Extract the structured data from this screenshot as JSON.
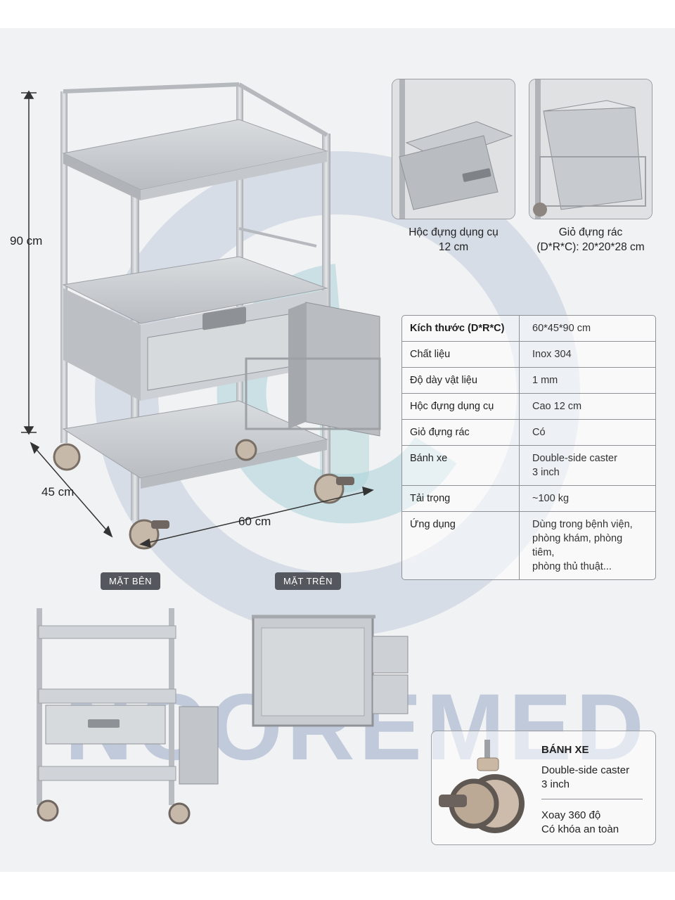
{
  "dimensions": {
    "height": "90 cm",
    "depth": "45 cm",
    "width": "60 cm"
  },
  "captions": {
    "drawer_title": "Hộc đựng dụng cụ",
    "drawer_size": "12 cm",
    "bin_title": "Giỏ đựng rác",
    "bin_size": "(D*R*C): 20*20*28 cm"
  },
  "specs": [
    {
      "label": "Kích thước (D*R*C)",
      "value": "60*45*90 cm"
    },
    {
      "label": "Chất liệu",
      "value": "Inox 304"
    },
    {
      "label": "Độ dày vật liệu",
      "value": "1 mm"
    },
    {
      "label": "Hộc đựng dụng cụ",
      "value": "Cao 12 cm"
    },
    {
      "label": "Giỏ đựng rác",
      "value": "Có"
    },
    {
      "label": "Bánh xe",
      "value_line1": "Double-side caster",
      "value_line2": "3 inch"
    },
    {
      "label": "Tải trọng",
      "value": "~100 kg"
    },
    {
      "label": "Ứng dụng",
      "value_line1": "Dùng trong bệnh viện,",
      "value_line2": "phòng khám, phòng tiêm,",
      "value_line3": "phòng thủ thuật..."
    }
  ],
  "views": {
    "side": "MẶT BÊN",
    "top": "MẶT TRÊN"
  },
  "caster": {
    "title": "BÁNH XE",
    "line1": "Double-side caster",
    "line2": "3 inch",
    "line3": "Xoay 360 độ",
    "line4": "Có khóa an toàn"
  },
  "watermark": "NCOREMED",
  "colors": {
    "steel": "#c9ccd0",
    "logo_blue": "#8a9fc2",
    "logo_teal": "#a9cfd6"
  }
}
